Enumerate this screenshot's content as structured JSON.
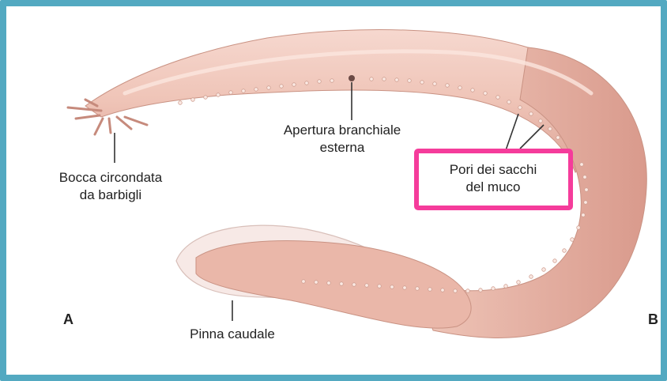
{
  "labels": {
    "mouth_line1": "Bocca circondata",
    "mouth_line2": "da barbigli",
    "gill_line1": "Apertura branchiale",
    "gill_line2": "esterna",
    "pores_line1": "Pori dei sacchi",
    "pores_line2": "del muco",
    "tail_fin": "Pinna caudale"
  },
  "panel_letters": {
    "left": "A",
    "right": "B"
  },
  "colors": {
    "frame_border": "#53a9c1",
    "highlight_border": "#f53c9b",
    "body_fill": "#f1c6b9",
    "body_shade": "#d9a093",
    "fin_fill": "#f7e9e6"
  }
}
